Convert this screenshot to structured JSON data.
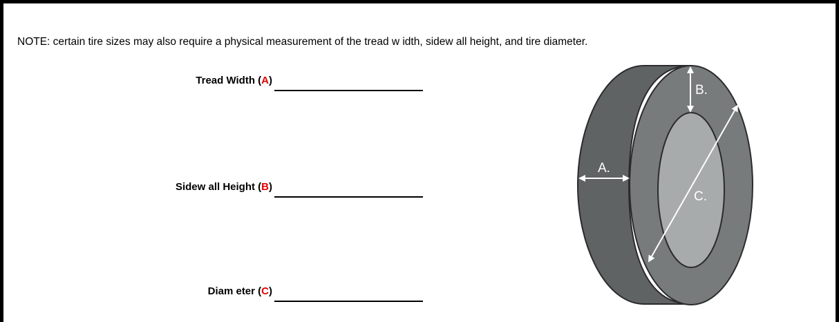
{
  "note": "NOTE:  certain tire sizes may also require a physical measurement of the tread w idth, sidew all height, and tire diameter.",
  "fields": [
    {
      "label": "Tread Width (",
      "code": "A",
      "close": ")"
    },
    {
      "label": "Sidew all Height (",
      "code": "B",
      "close": ")"
    },
    {
      "label": "Diam eter (",
      "code": "C",
      "close": ")"
    }
  ],
  "diagram": {
    "label_a": "A.",
    "label_b": "B.",
    "label_c": "C."
  },
  "colors": {
    "code": "#e00000",
    "tire_side": "#5f6364",
    "tire_face": "#777b7b",
    "tire_inner": "#a8abab"
  }
}
